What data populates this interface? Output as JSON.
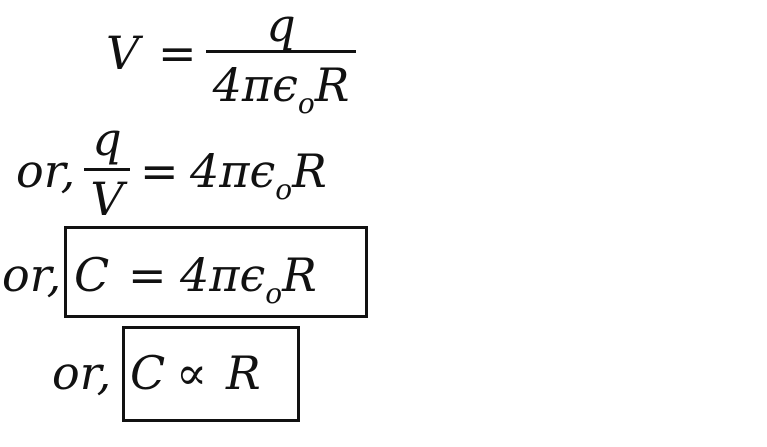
{
  "line1": {
    "lhs": "V",
    "eq": "=",
    "numerator": "q",
    "den_coeff": "4πϵ",
    "den_sub": "o",
    "den_tail": "R"
  },
  "line2": {
    "prefix": "or,",
    "numerator": "q",
    "denominator": "V",
    "eq": "=",
    "rhs_coeff": "4πϵ",
    "rhs_sub": "o",
    "rhs_tail": "R"
  },
  "line3": {
    "prefix": "or,",
    "lhs": "C",
    "eq": "=",
    "rhs_coeff": "4πϵ",
    "rhs_sub": "o",
    "rhs_tail": "R"
  },
  "line4": {
    "prefix": "or,",
    "lhs": "C",
    "rel": "∝",
    "rhs": "R"
  }
}
